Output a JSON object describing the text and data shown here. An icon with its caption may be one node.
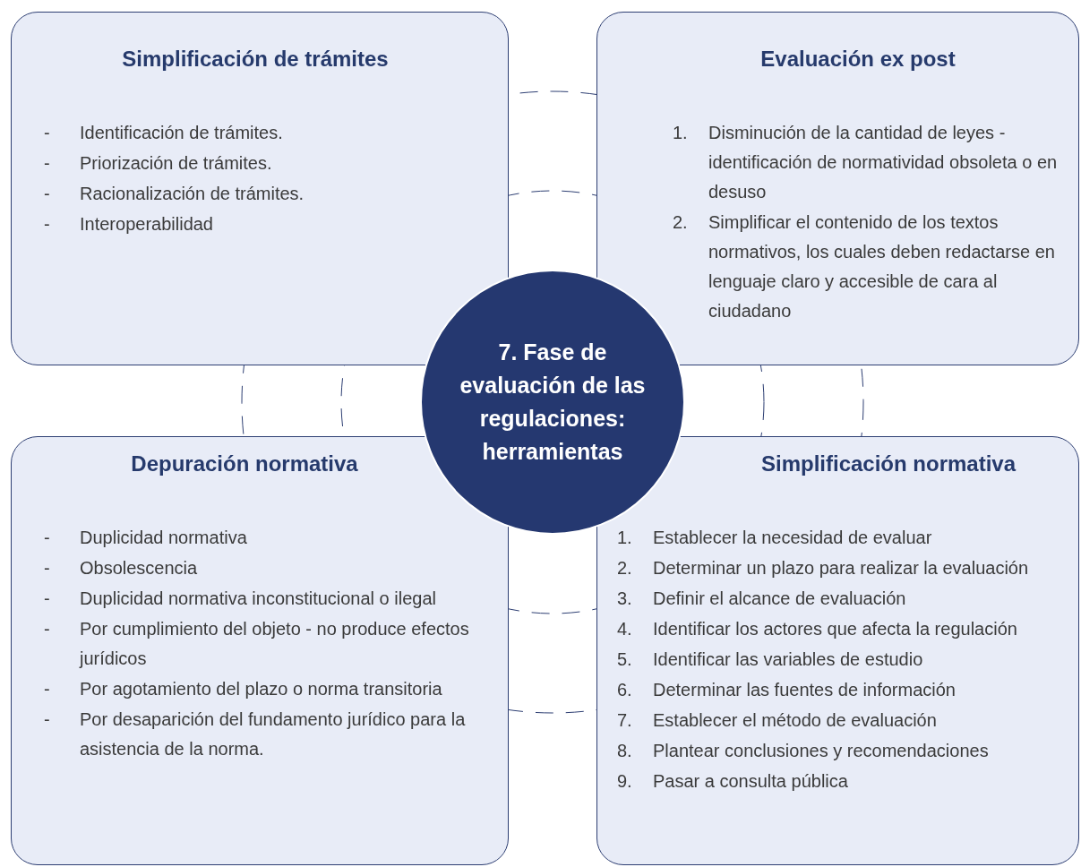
{
  "diagram": {
    "nodes": [
      {
        "text": [
          "Simplificación de trámites",
          "- Identificación de trámites.",
          "- Priorización de trámites.",
          "- Racionalización de trámites.",
          "- Interoperabilidad"
        ]
      },
      {
        "text": [
          "Evaluación ex post",
          "1. Disminución de la cantidad de leyes - identificación de normatividad obsoleta o en desuso",
          "2. Simplificar el contenido de los textos normativos, los cuales deben redactarse en lenguaje claro y accesible de cara al ciudadano"
        ]
      },
      {
        "text": [
          "7. Fase de evaluación de las regulaciones: herramientas"
        ]
      },
      {
        "text": [
          "Depuración normativa",
          "- Duplicidad normativa",
          "- Obsolescencia",
          "- Duplicidad normativa inconstitucional o ilegal",
          "- Por cumplimiento del objeto - no produce efectos jurídicos",
          "- Por agotamiento del plazo o norma transitoria",
          "- Por desaparición del fundamento jurídico para la asistencia de la norma."
        ]
      },
      {
        "text": [
          "Simplificación normativa",
          "1. Establecer la necesidad de evaluar",
          "2. Determinar un plazo para realizar la evaluación",
          "3. Definir el alcance de evaluación",
          "4. Identificar los actores que afecta la regulación",
          "5. Identificar las variables de estudio",
          "6. Determinar las fuentes de información",
          "7. Establecer el método de evaluación",
          "8. Plantear conclusiones y recomendaciones",
          "9. Pasar a consulta pública"
        ]
      }
    ],
    "edges": []
  }
}
